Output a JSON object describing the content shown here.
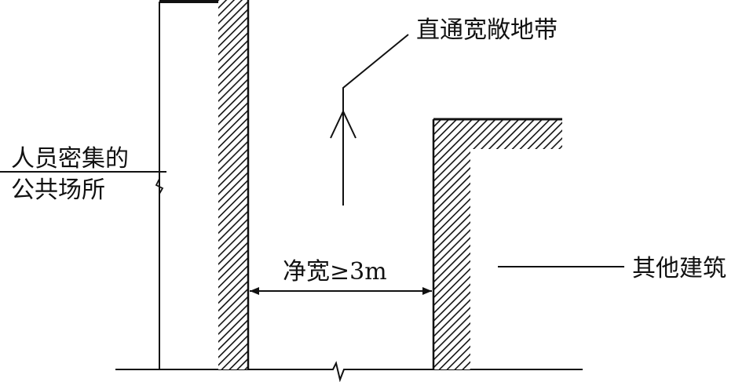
{
  "diagram": {
    "labels": {
      "passage": "直通宽敞地带",
      "crowded_line1": "人员密集的",
      "crowded_line2": "公共场所",
      "clear_width": "净宽≥3m",
      "other_building": "其他建筑"
    },
    "colors": {
      "stroke": "#111111",
      "background": "#ffffff"
    }
  }
}
